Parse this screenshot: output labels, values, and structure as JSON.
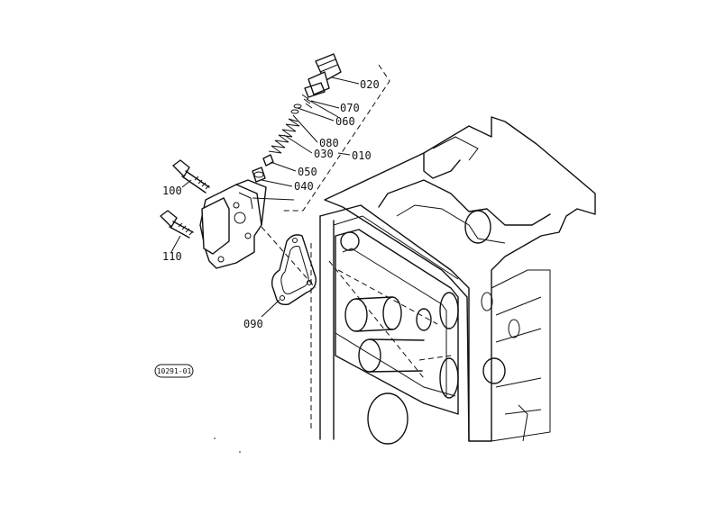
{
  "diagram": {
    "parts": [
      {
        "id": "p020",
        "label": "020"
      },
      {
        "id": "p070",
        "label": "070"
      },
      {
        "id": "p060",
        "label": "060"
      },
      {
        "id": "p080",
        "label": "080"
      },
      {
        "id": "p030",
        "label": "030"
      },
      {
        "id": "p010",
        "label": "010"
      },
      {
        "id": "p050",
        "label": "050"
      },
      {
        "id": "p040",
        "label": "040"
      },
      {
        "id": "p100",
        "label": "100"
      },
      {
        "id": "p110",
        "label": "110"
      },
      {
        "id": "p090",
        "label": "090"
      }
    ],
    "figure_code": "10291-01"
  }
}
